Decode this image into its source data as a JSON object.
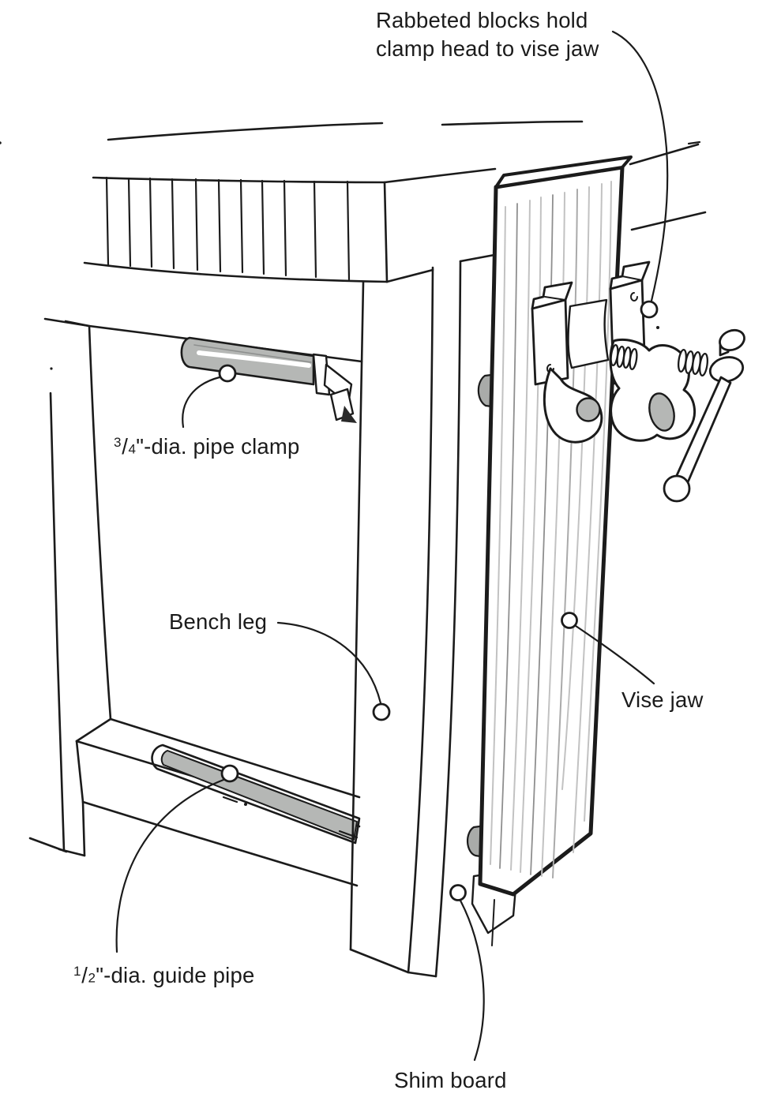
{
  "figure": {
    "type": "technical-illustration",
    "subject": "Workbench leg vise made from a pipe clamp",
    "background_color": "#ffffff",
    "ink_color": "#1b1b1b",
    "pipe_fill_color": "#b5b7b5",
    "wood_grain_color": "#c2c2c2"
  },
  "labels": {
    "rabbeted_blocks": {
      "line1": "Rabbeted blocks hold",
      "line2": "clamp head to vise jaw"
    },
    "pipe_clamp": {
      "numerator": "3",
      "fraction_slash": "/",
      "denominator": "4",
      "suffix": "\"-dia. pipe clamp"
    },
    "bench_leg": {
      "text": "Bench leg"
    },
    "vise_jaw": {
      "text": "Vise jaw"
    },
    "guide_pipe": {
      "numerator": "1",
      "fraction_slash": "/",
      "denominator": "2",
      "suffix": "\"-dia. guide pipe"
    },
    "shim_board": {
      "text": "Shim board"
    }
  }
}
